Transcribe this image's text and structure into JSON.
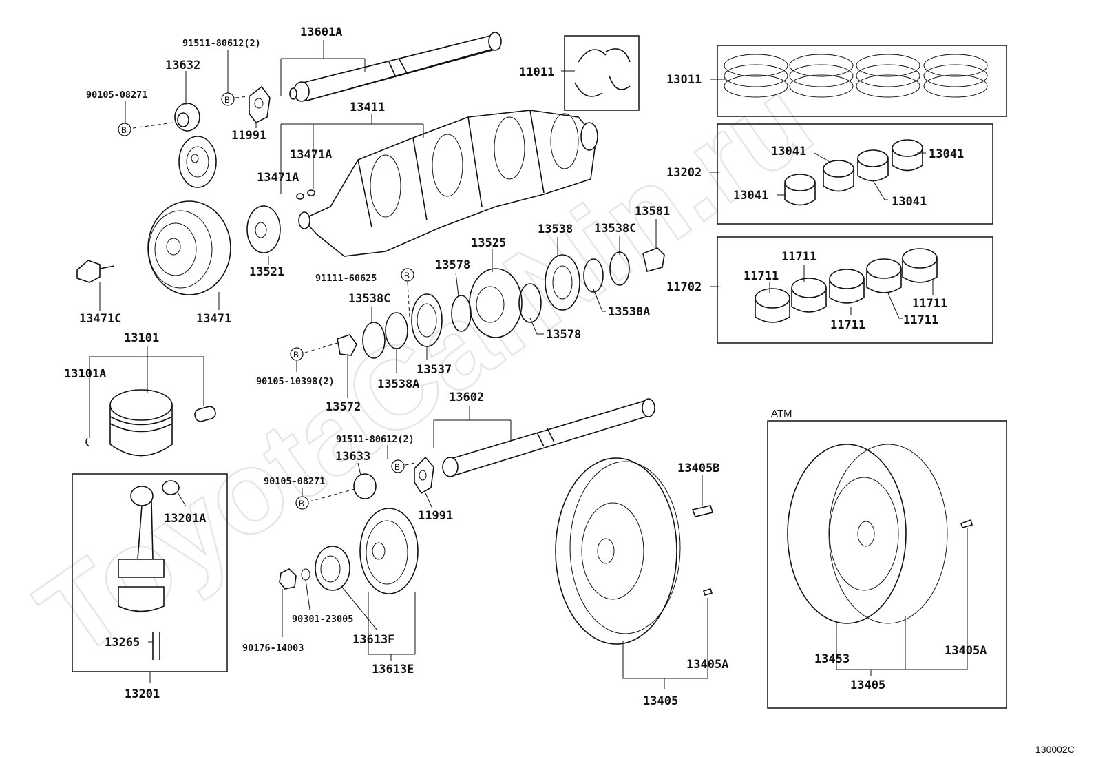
{
  "watermark": "ToyotaCarNin.ru",
  "figure_code": "130002C",
  "atm_label": "ATM",
  "bolt_mark": "B",
  "labels": {
    "l_13601A": "13601A",
    "l_91511_top": "91511-80612(2)",
    "l_13632": "13632",
    "l_90105_08271_top": "90105-08271",
    "l_11991_top": "11991",
    "l_11011": "11011",
    "l_13011": "13011",
    "l_13411": "13411",
    "l_13471A_a": "13471A",
    "l_13471A_b": "13471A",
    "l_13202": "13202",
    "l_13041_a": "13041",
    "l_13041_b": "13041",
    "l_13041_c": "13041",
    "l_13041_d": "13041",
    "l_13581": "13581",
    "l_13538C_a": "13538C",
    "l_13538": "13538",
    "l_13525": "13525",
    "l_13578_a": "13578",
    "l_91111": "91111-60625",
    "l_13521": "13521",
    "l_13471": "13471",
    "l_13471C": "13471C",
    "l_11702": "11702",
    "l_11711_a": "11711",
    "l_11711_b": "11711",
    "l_11711_c": "11711",
    "l_11711_d": "11711",
    "l_11711_e": "11711",
    "l_13538A_a": "13538A",
    "l_13578_b": "13578",
    "l_13538C_b": "13538C",
    "l_13537": "13537",
    "l_13538A_b": "13538A",
    "l_90105_10398": "90105-10398(2)",
    "l_13572": "13572",
    "l_13101": "13101",
    "l_13101A": "13101A",
    "l_13602": "13602",
    "l_91511_bot": "91511-80612(2)",
    "l_13633": "13633",
    "l_90105_08271_bot": "90105-08271",
    "l_11991_bot": "11991",
    "l_13201A": "13201A",
    "l_13265": "13265",
    "l_13201": "13201",
    "l_90301": "90301-23005",
    "l_90176": "90176-14003",
    "l_13613F": "13613F",
    "l_13613E": "13613E",
    "l_13405B": "13405B",
    "l_13405A_a": "13405A",
    "l_13405_a": "13405",
    "l_13453": "13453",
    "l_13405A_b": "13405A",
    "l_13405_b": "13405"
  }
}
